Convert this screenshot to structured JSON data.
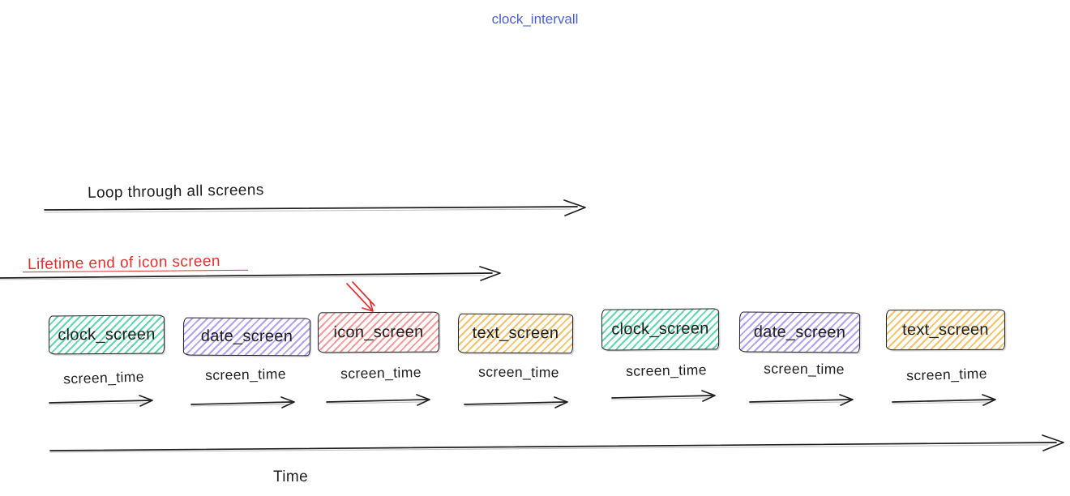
{
  "title": "clock_intervall",
  "annotations": {
    "loop_label": "Loop through all screens",
    "lifetime_label": "Lifetime end of icon screen",
    "time_label": "Time",
    "screen_time_label": "screen_time"
  },
  "screens": [
    {
      "label": "clock_screen",
      "color_name": "green",
      "fill": "#5fd6ae"
    },
    {
      "label": "date_screen",
      "color_name": "violet",
      "fill": "#b3a0f2"
    },
    {
      "label": "icon_screen",
      "color_name": "red",
      "fill": "#f59a9a",
      "annotated_by_red_arrow": true
    },
    {
      "label": "text_screen",
      "color_name": "yellow",
      "fill": "#f2c36b"
    },
    {
      "label": "clock_screen",
      "color_name": "green",
      "fill": "#5fd6ae"
    },
    {
      "label": "date_screen",
      "color_name": "violet",
      "fill": "#b3a0f2"
    },
    {
      "label": "text_screen",
      "color_name": "yellow",
      "fill": "#f2c36b"
    }
  ],
  "colors": {
    "title": "#4a5fd0",
    "red": "#e03131",
    "ink": "#1e1e1e"
  }
}
